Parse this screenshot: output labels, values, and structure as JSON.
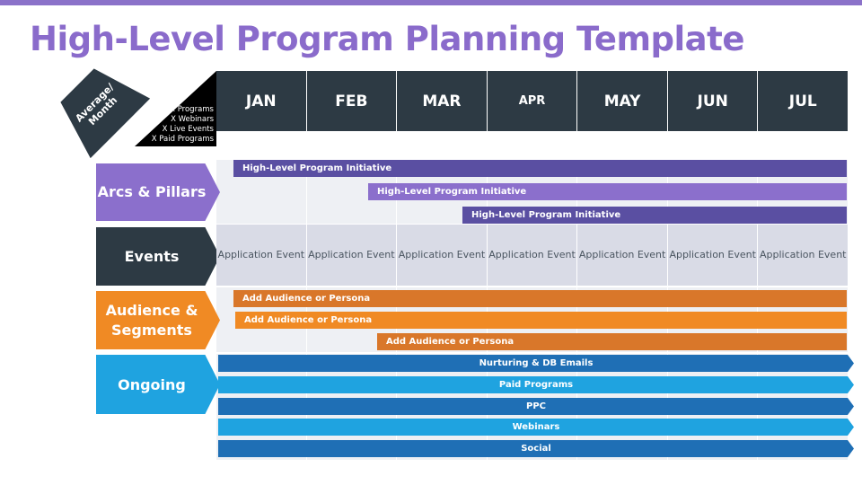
{
  "title": "High-Level Program Planning Template",
  "corner": {
    "label": "Average/ Month",
    "lines": [
      "X Programs",
      "X Webinars",
      "X Live Events",
      "X Paid Programs"
    ]
  },
  "months": [
    "JAN",
    "FEB",
    "MAR",
    "APR",
    "MAY",
    "JUN",
    "JUL"
  ],
  "rows": {
    "arcs": "Arcs & Pillars",
    "events": "Events",
    "audience": "Audience & Segments",
    "ongoing": "Ongoing"
  },
  "arcs_bars": [
    "High-Level Program Initiative",
    "High-Level Program Initiative",
    "High-Level Program Initiative"
  ],
  "event_cells": [
    "Application Event",
    "Application Event",
    "Application Event",
    "Application Event",
    "Application Event",
    "Application Event",
    "Application Event"
  ],
  "audience_bars": [
    "Add Audience or Persona",
    "Add Audience or Persona",
    "Add Audience or Persona"
  ],
  "ongoing_bars": [
    "Nurturing & DB Emails",
    "Paid Programs",
    "PPC",
    "Webinars",
    "Social"
  ],
  "colors": {
    "title": "#8a6bcb",
    "header": "#2d3a44",
    "arcs_dark": "#5a4fa2",
    "arcs_light": "#8b6fcc",
    "audience_dark": "#d9772a",
    "audience_light": "#f08a24",
    "ongoing_dark": "#1f6fb5",
    "ongoing_light": "#1fa3e0"
  }
}
